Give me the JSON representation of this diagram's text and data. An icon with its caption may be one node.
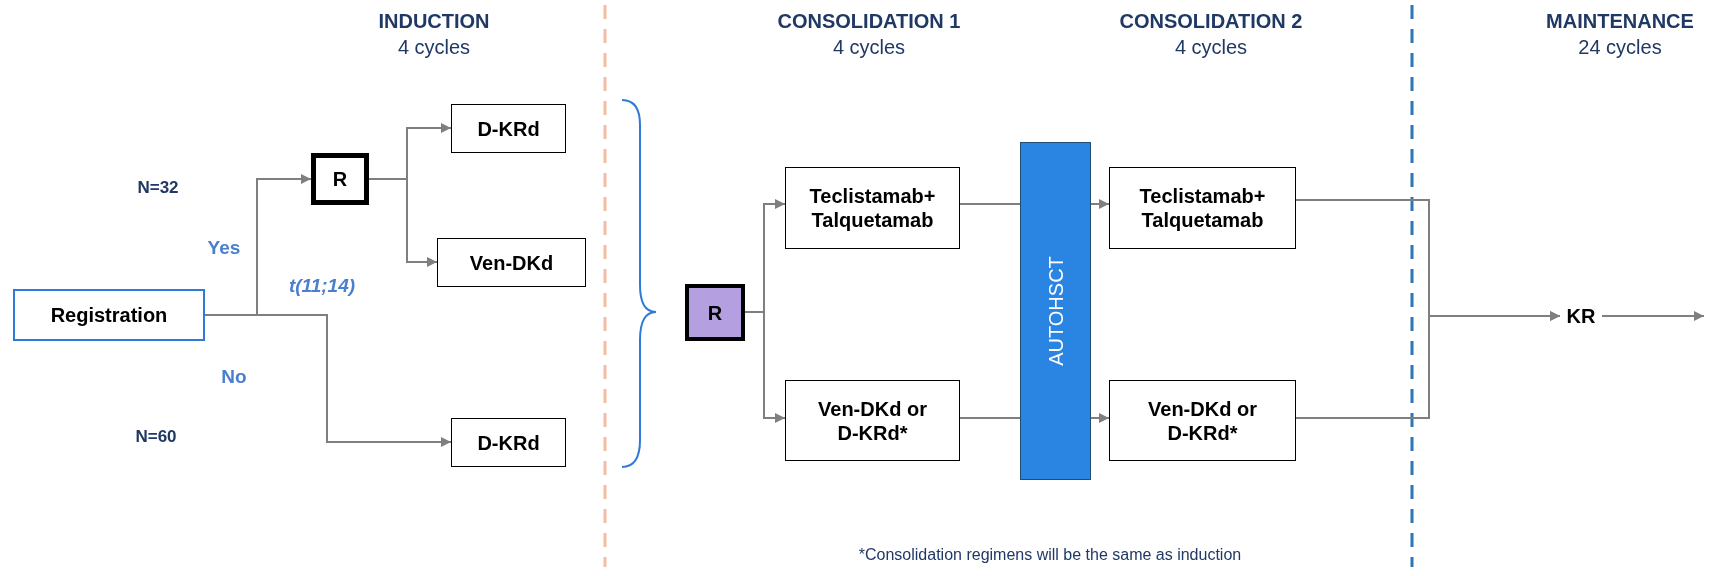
{
  "diagram": {
    "nodes": [
      {
        "text": [
          "Registration"
        ]
      },
      {
        "text": [
          "R"
        ]
      },
      {
        "text": [
          "D-KRd"
        ]
      },
      {
        "text": [
          "Ven-DKd"
        ]
      },
      {
        "text": [
          "D-KRd"
        ]
      },
      {
        "text": [
          "R"
        ]
      },
      {
        "text": [
          "Teclistamab+ Talquetamab"
        ]
      },
      {
        "text": [
          "Ven-DKd or D-KRd*"
        ]
      },
      {
        "text": [
          "AUTOHSCT"
        ]
      },
      {
        "text": [
          "Teclistamab+ Talquetamab"
        ]
      },
      {
        "text": [
          "Ven-DKd or D-KRd*"
        ]
      },
      {
        "text": [
          "KR"
        ]
      }
    ],
    "edges": [
      {
        "from": 0,
        "to": 1,
        "arrow": "to"
      },
      {
        "from": 0,
        "to": 4,
        "arrow": "to"
      },
      {
        "from": 1,
        "to": 2,
        "arrow": "to"
      },
      {
        "from": 1,
        "to": 3,
        "arrow": "to"
      },
      {
        "from": 5,
        "to": 6,
        "arrow": "to"
      },
      {
        "from": 5,
        "to": 7,
        "arrow": "to"
      },
      {
        "from": 6,
        "to": 8,
        "arrow": "none"
      },
      {
        "from": 8,
        "to": 9,
        "arrow": "to"
      },
      {
        "from": 7,
        "to": 8,
        "arrow": "none"
      },
      {
        "from": 8,
        "to": 10,
        "arrow": "to"
      },
      {
        "from": 9,
        "to": 11,
        "arrow": "to"
      },
      {
        "from": 10,
        "to": 11,
        "arrow": "to"
      },
      {
        "from": 11,
        "to": null,
        "arrow": "to"
      }
    ],
    "labels": [
      "INDUCTION",
      "4 cycles",
      "CONSOLIDATION 1",
      "4 cycles",
      "CONSOLIDATION 2",
      "4 cycles",
      "MAINTENANCE",
      "24 cycles",
      "N=32",
      "Yes",
      "t(11;14)",
      "No",
      "N=60",
      "*Consolidation regimens will be the same as induction"
    ]
  }
}
